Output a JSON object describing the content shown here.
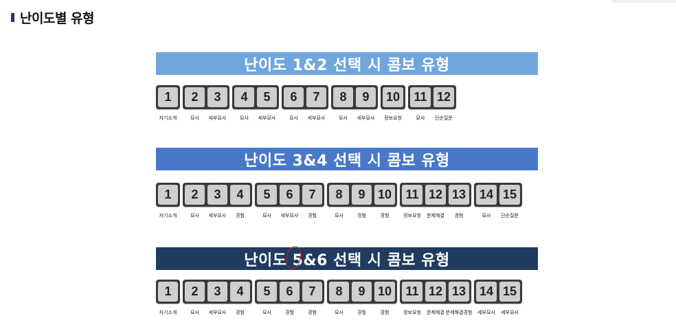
{
  "page": {
    "title": "난이도별 유형"
  },
  "sections": [
    {
      "banner": "난이도 1&2 선택 시 콤보 유형",
      "banner_color": "#6fa6dc",
      "groups": [
        [
          "1"
        ],
        [
          "2",
          "3"
        ],
        [
          "4",
          "5"
        ],
        [
          "6",
          "7"
        ],
        [
          "8",
          "9"
        ],
        [
          "10"
        ],
        [
          "11",
          "12"
        ]
      ],
      "labels": [
        "자기소개",
        "묘사",
        "세부묘사",
        "묘사",
        "세부묘사",
        "묘사",
        "세부묘사",
        "묘사",
        "세부묘사",
        "정보요청",
        "묘사",
        "단순질문"
      ]
    },
    {
      "banner": "난이도 3&4 선택 시 콤보 유형",
      "banner_color": "#4a78c8",
      "groups": [
        [
          "1"
        ],
        [
          "2",
          "3",
          "4"
        ],
        [
          "5",
          "6",
          "7"
        ],
        [
          "8",
          "9",
          "10"
        ],
        [
          "11",
          "12",
          "13"
        ],
        [
          "14",
          "15"
        ]
      ],
      "labels": [
        "자기소개",
        "묘사",
        "세부묘사",
        "경험",
        "묘사",
        "세부묘사",
        "경험",
        "묘사",
        "경험",
        "경험",
        "정보요청",
        "문제해결",
        "경험",
        "묘사",
        "단순질문"
      ]
    },
    {
      "banner": "난이도 5&6 선택 시 콤보 유형",
      "banner_color": "#1f3b5f",
      "groups": [
        [
          "1"
        ],
        [
          "2",
          "3",
          "4"
        ],
        [
          "5",
          "6",
          "7"
        ],
        [
          "8",
          "9",
          "10"
        ],
        [
          "11",
          "12",
          "13"
        ],
        [
          "14",
          "15"
        ]
      ],
      "labels": [
        "자기소개",
        "묘사",
        "세부묘사",
        "경험",
        "묘사",
        "경험",
        "경험",
        "묘사",
        "경험",
        "경험",
        "정보요청",
        "문제해결",
        "문제해결경험",
        "세부묘사",
        "세부묘사"
      ]
    }
  ]
}
